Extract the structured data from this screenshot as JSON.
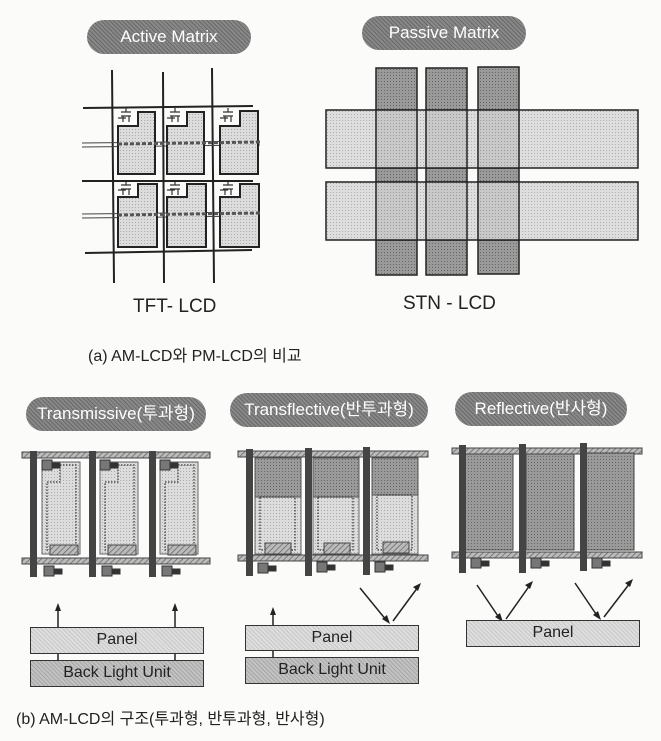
{
  "section_a": {
    "active": {
      "title": "Active Matrix",
      "label": "TFT- LCD"
    },
    "passive": {
      "title": "Passive Matrix",
      "label": "STN - LCD"
    },
    "caption": "(a) AM-LCD와 PM-LCD의 비교"
  },
  "section_b": {
    "transmissive": {
      "title": "Transmissive(투과형)",
      "panel": "Panel",
      "backlight": "Back Light Unit"
    },
    "transflective": {
      "title": "Transflective(반투과형)",
      "panel": "Panel",
      "backlight": "Back Light Unit"
    },
    "reflective": {
      "title": "Reflective(반사형)",
      "panel": "Panel"
    },
    "caption": "(b) AM-LCD의 구조(투과형, 반투과형, 반사형)"
  },
  "colors": {
    "pill": "#777777",
    "line": "#222222",
    "cell": "#d4d4d4",
    "dark_cell": "#8f8f8f"
  }
}
